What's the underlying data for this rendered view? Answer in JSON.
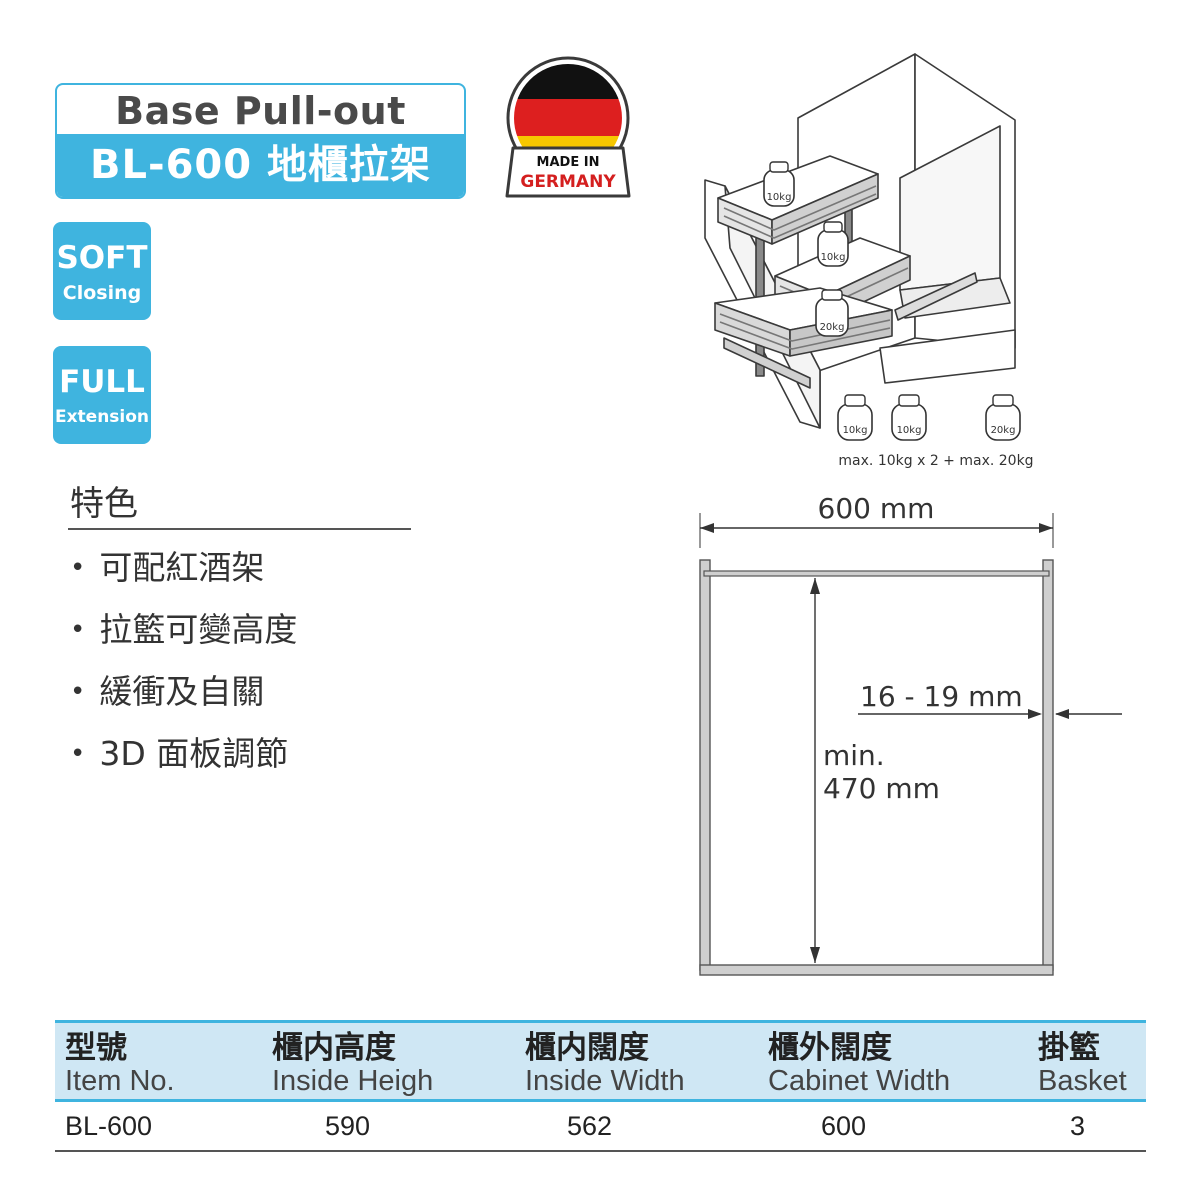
{
  "title": {
    "line1": "Base Pull-out",
    "line2": "BL-600 地櫃拉架"
  },
  "origin_badge": {
    "line1": "MADE IN",
    "line2": "GERMANY",
    "flag_colors": [
      "#111111",
      "#dd1f1f",
      "#f6c700"
    ]
  },
  "badges": [
    {
      "big": "SOFT",
      "small": "Closing"
    },
    {
      "big": "FULL",
      "small": "Extension"
    }
  ],
  "features": {
    "heading": "特色",
    "items": [
      "可配紅酒架",
      "拉籃可變高度",
      "緩衝及自關",
      "3D 面板調節"
    ]
  },
  "load": {
    "weights": [
      "10kg",
      "10kg",
      "20kg"
    ],
    "basket_labels": [
      "10kg",
      "10kg",
      "20kg"
    ],
    "caption": "max. 10kg x 2 + max. 20kg"
  },
  "dimensions": {
    "width_label": "600 mm",
    "panel_label": "16 - 19 mm",
    "height_label_1": "min.",
    "height_label_2": "470 mm"
  },
  "table": {
    "headers": [
      {
        "zh": "型號",
        "en": "Item No."
      },
      {
        "zh": "櫃内高度",
        "en": "Inside Heigh"
      },
      {
        "zh": "櫃内闊度",
        "en": "Inside Width"
      },
      {
        "zh": "櫃外闊度",
        "en": "Cabinet Width"
      },
      {
        "zh": "掛籃",
        "en": "Basket"
      }
    ],
    "rows": [
      [
        "BL-600",
        "590",
        "562",
        "600",
        "3"
      ]
    ]
  },
  "colors": {
    "accent": "#3fb4df",
    "header_bg": "#cfe7f4",
    "text": "#2b2b2b"
  }
}
